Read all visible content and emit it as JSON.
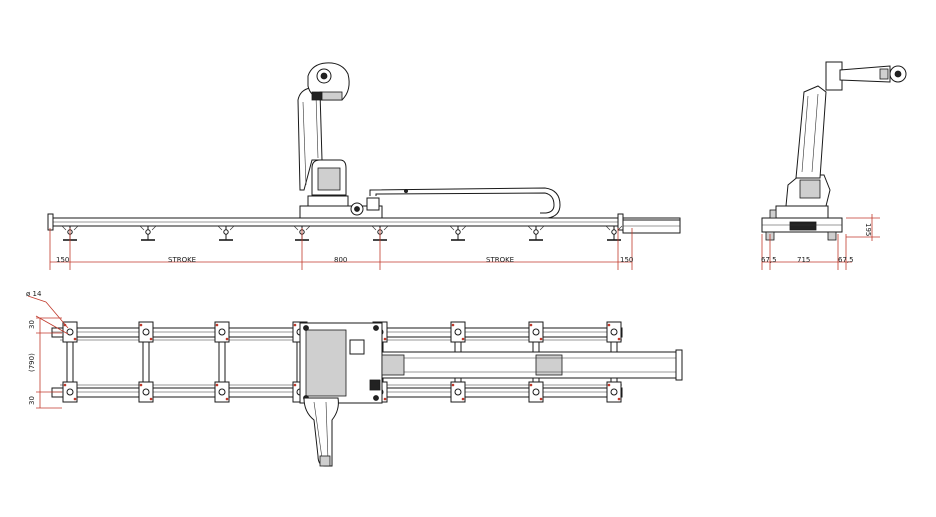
{
  "labels": {
    "side_left_150": "150",
    "side_stroke_left": "STROKE",
    "side_800": "800",
    "side_stroke_right": "STROKE",
    "side_right_150": "150",
    "end_67_5_left": "67,5",
    "end_715": "715",
    "end_67_5_right": "67,5",
    "end_height_195": "195",
    "top_dia_14": "ø 14",
    "top_30_upper": "30",
    "top_790": "(790)",
    "top_30_lower": "30"
  },
  "colors": {
    "line": "#1a1a1a",
    "dimension": "#c0392b"
  }
}
